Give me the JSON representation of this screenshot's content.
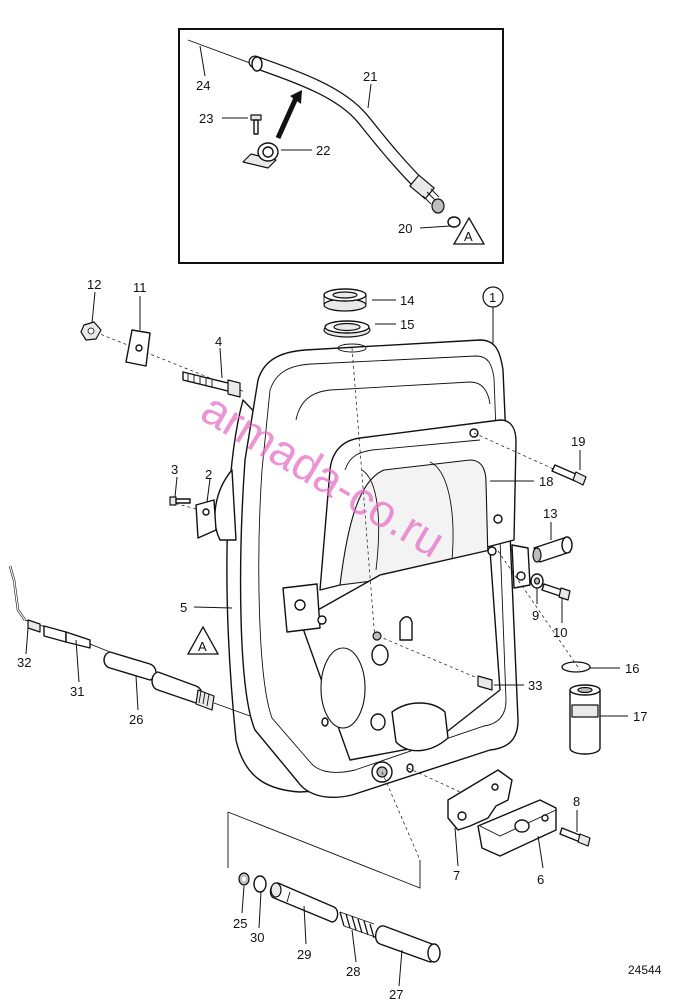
{
  "diagram": {
    "callouts": {
      "c1": "1",
      "c2": "2",
      "c3": "3",
      "c4": "4",
      "c5": "5",
      "c6": "6",
      "c7": "7",
      "c8": "8",
      "c9": "9",
      "c10": "10",
      "c11": "11",
      "c12": "12",
      "c13": "13",
      "c14": "14",
      "c15": "15",
      "c16": "16",
      "c17": "17",
      "c18": "18",
      "c19": "19",
      "c20": "20",
      "c21": "21",
      "c22": "22",
      "c23": "23",
      "c24": "24",
      "c25": "25",
      "c26": "26",
      "c27": "27",
      "c28": "28",
      "c29": "29",
      "c30": "30",
      "c31": "31",
      "c32": "32",
      "c33": "33"
    },
    "detail_marker": "A",
    "watermark": "armada-co.ru",
    "reference_number": "24544"
  }
}
